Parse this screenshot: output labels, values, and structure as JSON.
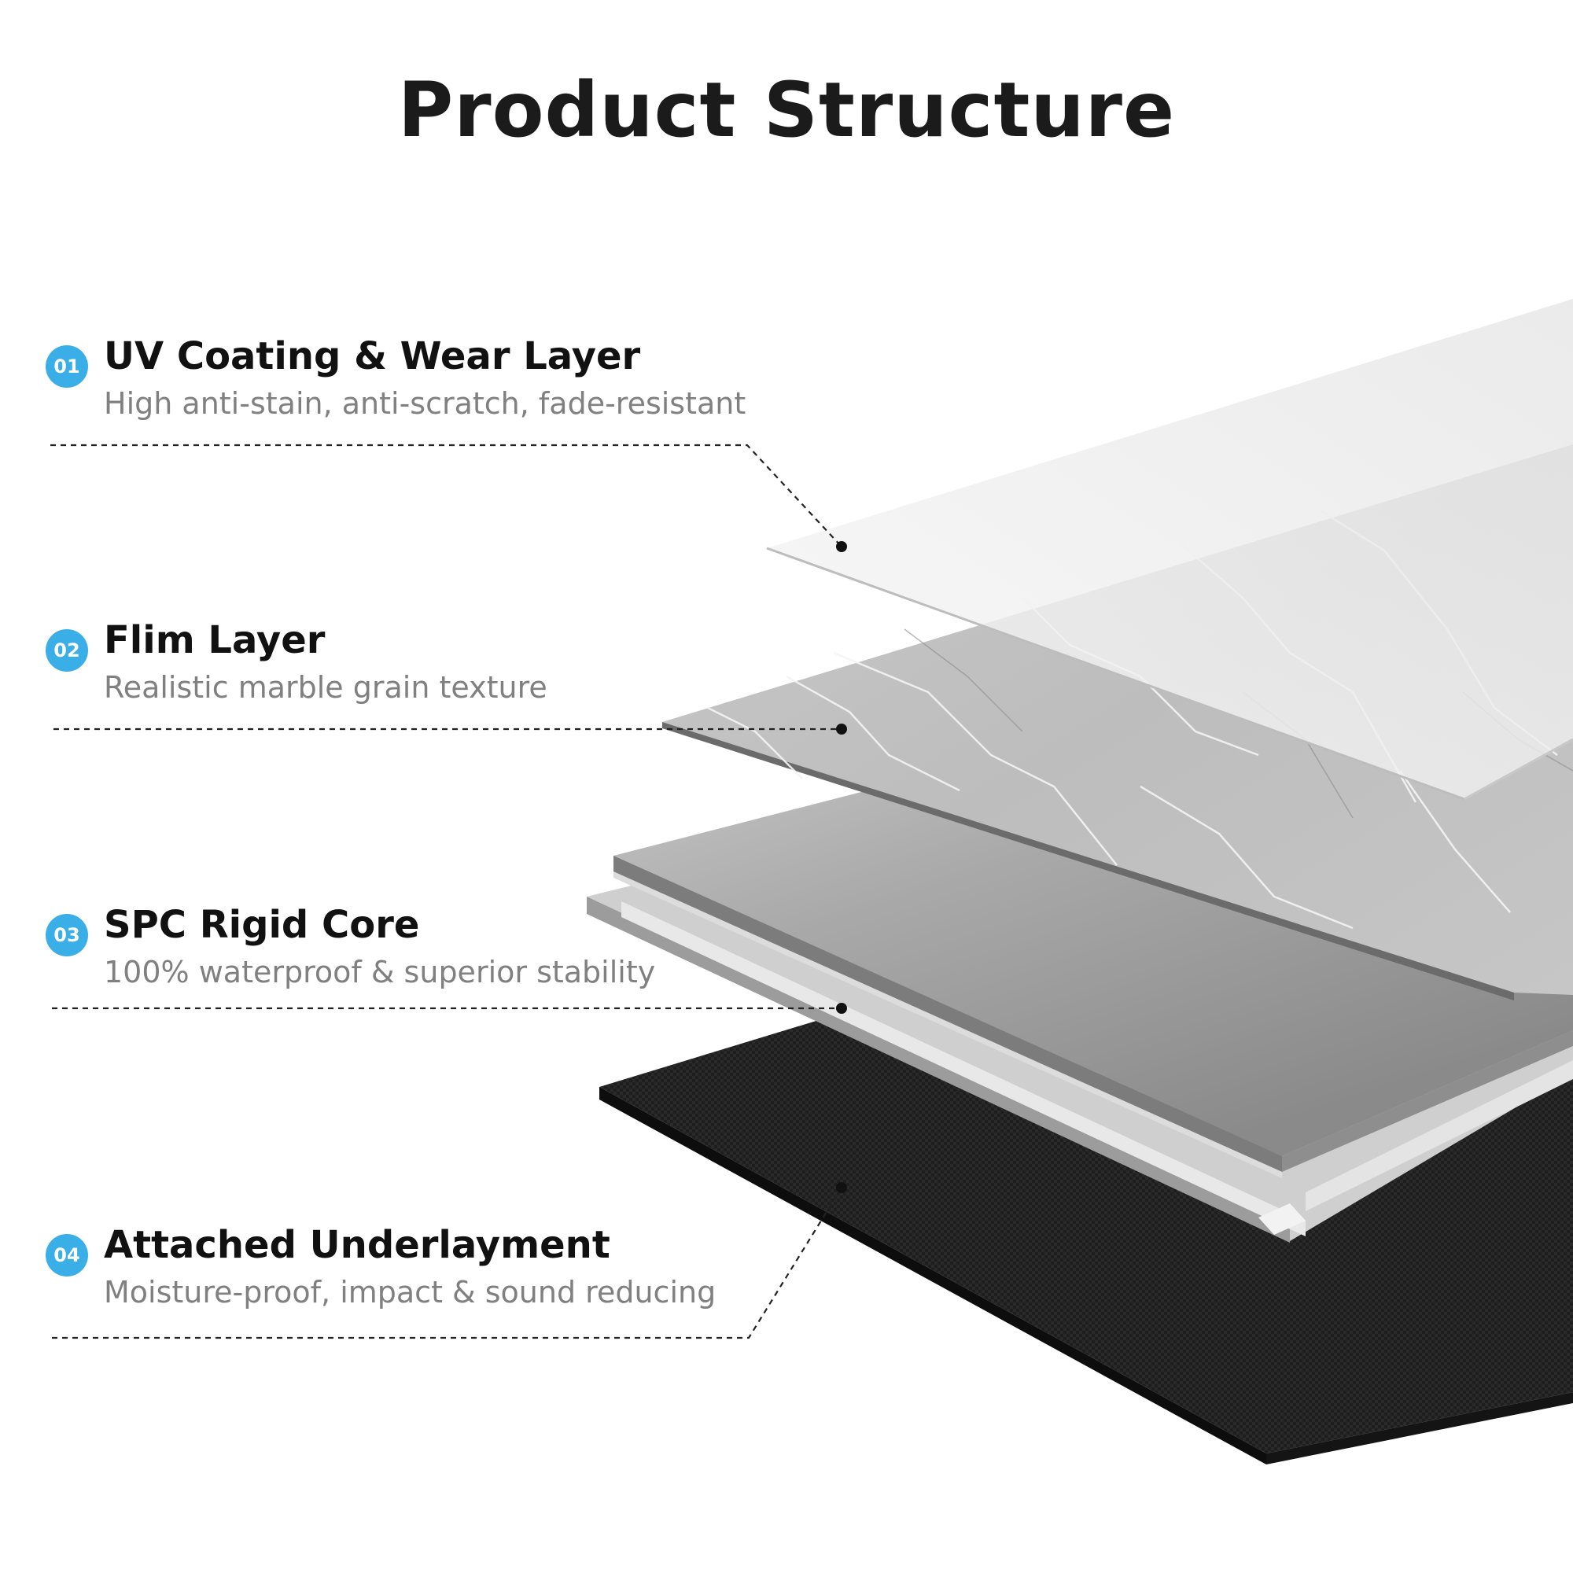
{
  "title": "Product Structure",
  "accent_color": "#3aaee6",
  "layers": [
    {
      "number": "01",
      "title": "UV Coating & Wear Layer",
      "description": "High anti-stain, anti-scratch, fade-resistant"
    },
    {
      "number": "02",
      "title": "Flim Layer",
      "description": "Realistic marble grain texture"
    },
    {
      "number": "03",
      "title": "SPC Rigid Core",
      "description": "100% waterproof & superior stability"
    },
    {
      "number": "04",
      "title": "Attached Underlayment",
      "description": "Moisture-proof, impact & sound reducing"
    }
  ]
}
